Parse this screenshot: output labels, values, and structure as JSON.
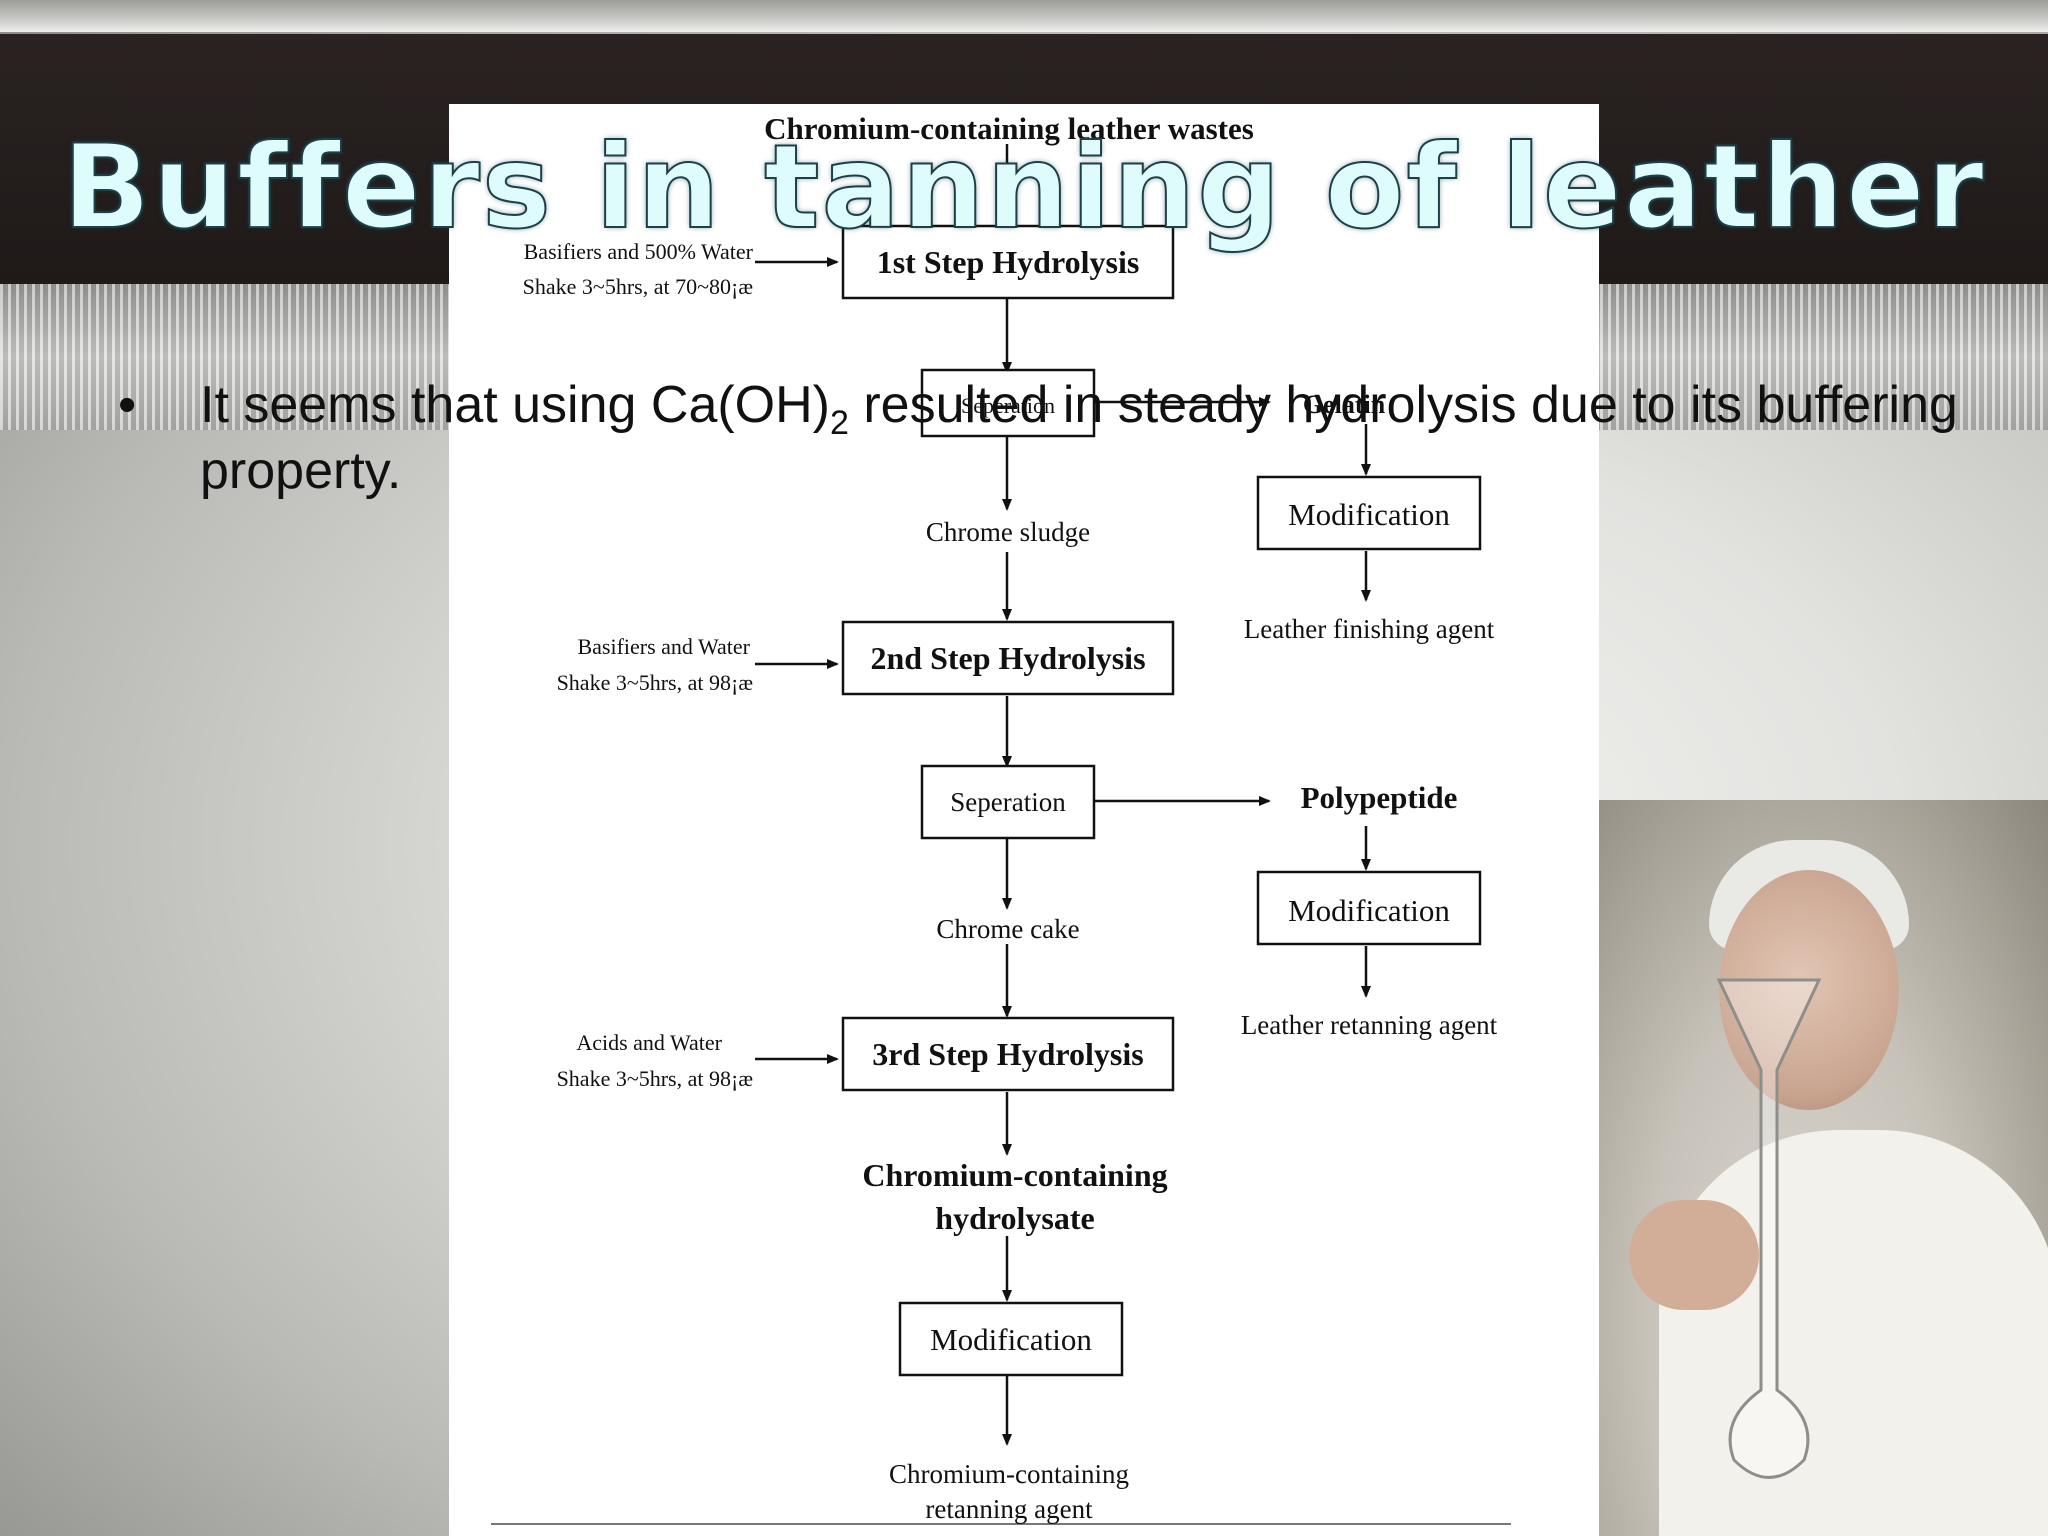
{
  "slide": {
    "title": "Buffers in tanning of leather",
    "bullets": [
      {
        "marker": "•",
        "text_before": "It seems that using Ca(OH)",
        "subscript": "2",
        "text_after": " resulted in steady hydrolysis due to its buffering property."
      }
    ]
  },
  "diagram": {
    "top_label": "Chromium-containing leather wastes",
    "step1": {
      "label": "1st Step Hydrolysis",
      "input_line1": "Basifiers and 500% Water",
      "input_line2": "Shake 3~5hrs, at 70~80¡æ"
    },
    "separation1": {
      "label": "Seperation",
      "output": "Gelatin"
    },
    "gelatin_modification": "Modification",
    "gelatin_product": "Leather finishing agent",
    "chrome_sludge": "Chrome sludge",
    "step2": {
      "label": "2nd Step Hydrolysis",
      "input_line1": "Basifiers and  Water",
      "input_line2": "Shake 3~5hrs, at 98¡æ"
    },
    "separation2": {
      "label": "Seperation",
      "output": "Polypeptide"
    },
    "polypeptide_modification": "Modification",
    "polypeptide_product": "Leather retanning agent",
    "chrome_cake": "Chrome cake",
    "step3": {
      "label": "3rd Step Hydrolysis",
      "input_line1": "Acids and  Water",
      "input_line2": "Shake 3~5hrs, at 98¡æ"
    },
    "hydrolysate_line1": "Chromium-containing",
    "hydrolysate_line2": "hydrolysate",
    "final_modification": "Modification",
    "final_line1": "Chromium-containing",
    "final_line2": "retanning agent"
  }
}
